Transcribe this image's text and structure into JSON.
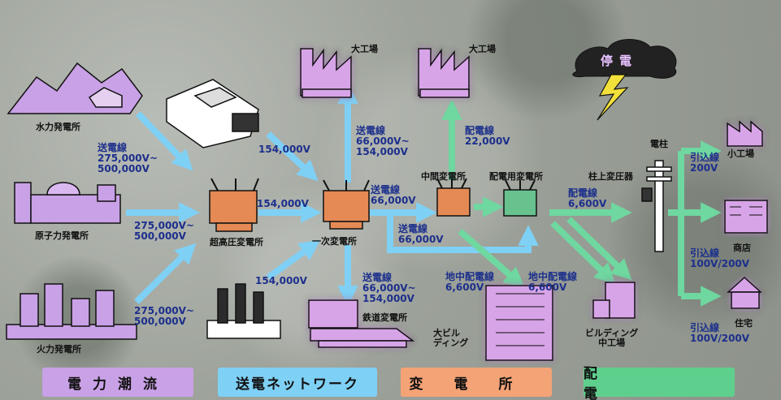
{
  "colors": {
    "transmission_arrow": "#7fd0f5",
    "distribution_arrow": "#6fd7a0",
    "factory_fill": "#d8a4e8",
    "factory_glow": "#ff8fe0",
    "plant_fill": "#c9a1e6",
    "transformer_orange": "#e58a55",
    "transformer_green": "#67c28e",
    "text_blue": "#1c2f8c"
  },
  "nodes": {
    "hydro_plant": "水力発電所",
    "nuclear_plant": "原子力発電所",
    "thermal_plant": "火力発電所",
    "ultra_substation": "超高圧変電所",
    "primary_substation": "一次変電所",
    "intermediate_substation": "中間変電所",
    "distribution_substation": "配電用変電所",
    "railway_substation": "鉄道変電所",
    "large_factory_1": "大工場",
    "large_factory_2": "大工場",
    "large_building": "大ビル\nディング",
    "building_medium_factory": "ビルディング\n中工場",
    "pole": "電柱",
    "pole_transformer": "柱上変圧器",
    "small_factory": "小工場",
    "shop": "商店",
    "house": "住宅",
    "outage": "停電"
  },
  "edge_labels": {
    "hydro_line": "送電線\n275,000V~\n500,000V",
    "nuclear_line": "275,000V~\n500,000V",
    "thermal_line": "275,000V~\n500,000V",
    "to_primary": "154,000V",
    "ultra_to_primary": "154,000V",
    "thermal_small_line": "154,000V",
    "to_factory": "送電線\n66,000V~\n154,000V",
    "to_intermediate": "送電線\n66,000V",
    "to_distribution": "送電線\n66,000V",
    "to_factory2": "配電線\n22,000V",
    "to_railway": "送電線\n66,000V~\n154,000V",
    "underground_1": "地中配電線\n6,600V",
    "underground_2": "地中配電線\n6,600V",
    "distribution_line": "配電線\n6,600V",
    "service_small_factory": "引込線\n200V",
    "service_shop": "引込線\n100V/200V",
    "service_house": "引込線\n100V/200V"
  },
  "legend": [
    {
      "label": "電力潮流",
      "color": "#c9a1e6"
    },
    {
      "label": "送電ネットワーク",
      "color": "#7fd0f5"
    },
    {
      "label": "変電所",
      "color": "#f4a376"
    },
    {
      "label": "配電",
      "color": "#5fcf8d"
    }
  ]
}
